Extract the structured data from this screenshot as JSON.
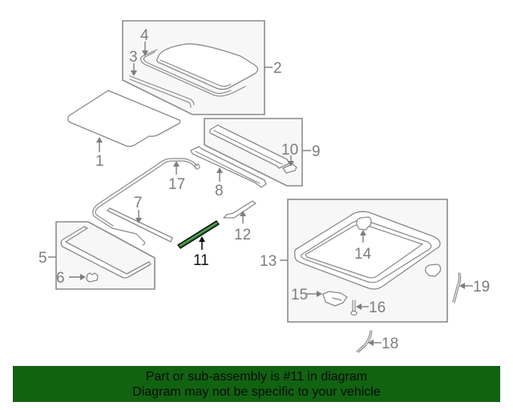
{
  "diagram": {
    "highlighted_part": "11",
    "highlight_color": "#2e7d2e",
    "label_color": "#7d7d7d",
    "callouts": [
      {
        "id": "1",
        "label": "1"
      },
      {
        "id": "2",
        "label": "2"
      },
      {
        "id": "3",
        "label": "3"
      },
      {
        "id": "4",
        "label": "4"
      },
      {
        "id": "5",
        "label": "5"
      },
      {
        "id": "6",
        "label": "6"
      },
      {
        "id": "7",
        "label": "7"
      },
      {
        "id": "8",
        "label": "8"
      },
      {
        "id": "9",
        "label": "9"
      },
      {
        "id": "10",
        "label": "10"
      },
      {
        "id": "11",
        "label": "11"
      },
      {
        "id": "12",
        "label": "12"
      },
      {
        "id": "13",
        "label": "13"
      },
      {
        "id": "14",
        "label": "14"
      },
      {
        "id": "15",
        "label": "15"
      },
      {
        "id": "16",
        "label": "16"
      },
      {
        "id": "17",
        "label": "17"
      },
      {
        "id": "18",
        "label": "18"
      },
      {
        "id": "19",
        "label": "19"
      }
    ]
  },
  "banner": {
    "line1": "Part or sub-assembly is #11 in diagram",
    "line2": "Diagram may not be specific to your vehicle",
    "background": "#116311"
  }
}
